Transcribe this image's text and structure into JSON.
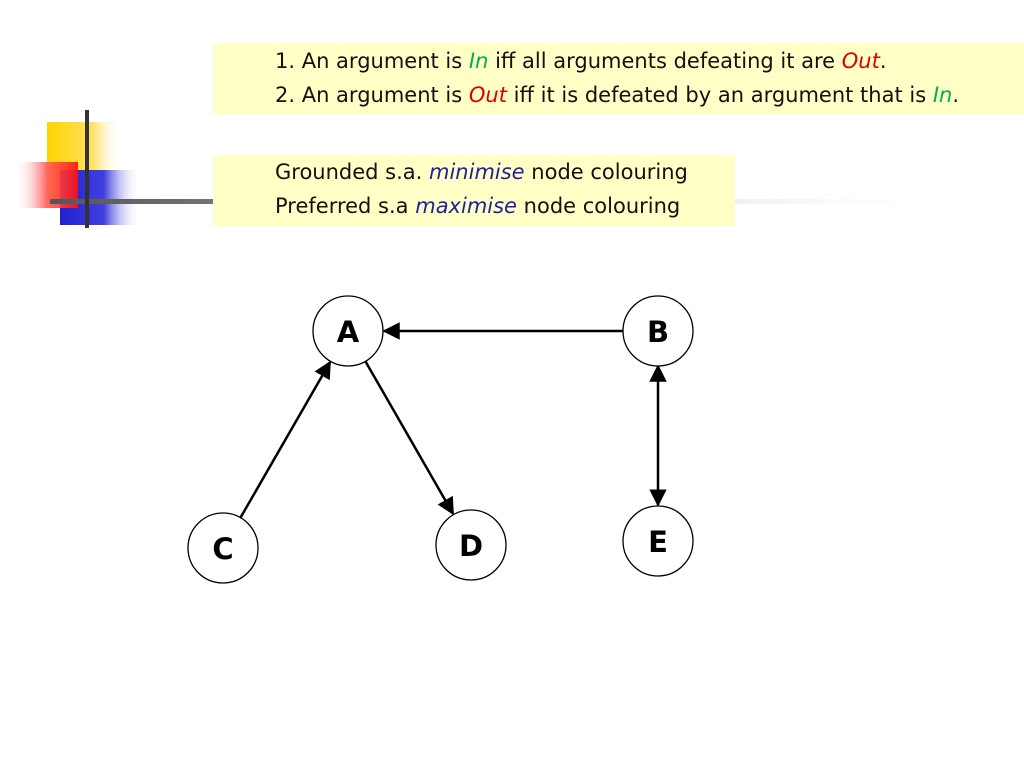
{
  "rules": {
    "line1": {
      "prefix": "1. An argument is ",
      "term1": "In",
      "middle": " iff all arguments defeating it are ",
      "term2": "Out",
      "suffix": "."
    },
    "line2": {
      "prefix": "2. An argument is ",
      "term1": "Out",
      "middle": " iff it is defeated by an argument that is ",
      "term2": "In",
      "suffix": "."
    }
  },
  "semantics": {
    "line1": {
      "prefix": "Grounded s.a. ",
      "term": "minimise",
      "suffix": " node colouring"
    },
    "line2": {
      "prefix": "Preferred s.a ",
      "term": "maximise",
      "suffix": " node colouring"
    }
  },
  "colors": {
    "in": "#00b050",
    "out": "#e00000",
    "term": "#1f1fa0",
    "highlight": "#ffffc6"
  },
  "graph": {
    "nodes": [
      {
        "id": "A",
        "label": "A"
      },
      {
        "id": "B",
        "label": "B"
      },
      {
        "id": "C",
        "label": "C"
      },
      {
        "id": "D",
        "label": "D"
      },
      {
        "id": "E",
        "label": "E"
      }
    ],
    "edges": [
      {
        "from": "B",
        "to": "A",
        "type": "attack"
      },
      {
        "from": "C",
        "to": "A",
        "type": "attack"
      },
      {
        "from": "A",
        "to": "D",
        "type": "attack"
      },
      {
        "from": "B",
        "to": "E",
        "type": "mutual-attack"
      }
    ]
  }
}
